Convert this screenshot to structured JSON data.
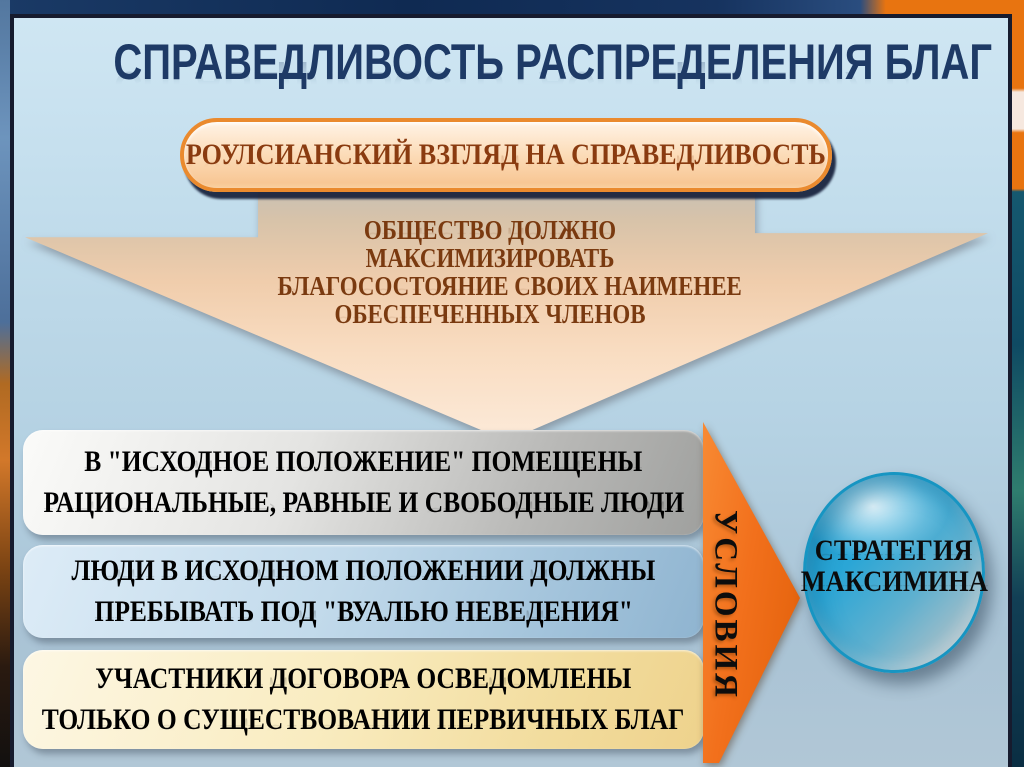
{
  "slide": {
    "title": "СПРАВЕДЛИВОСТЬ РАСПРЕДЕЛЕНИЯ БЛАГ",
    "header_pill": {
      "label": "РОУЛСИАНСКИЙ ВЗГЛЯД НА СПРАВЕДЛИВОСТЬ"
    },
    "principle_arrow": {
      "lines": [
        "ОБЩЕСТВО ДОЛЖНО",
        "МАКСИМИЗИРОВАТЬ",
        "БЛАГОСОСТОЯНИЕ СВОИХ НАИМЕНЕЕ",
        "ОБЕСПЕЧЕННЫХ ЧЛЕНОВ"
      ]
    },
    "condition_cards": [
      {
        "lines": [
          "В \"ИСХОДНОЕ ПОЛОЖЕНИЕ\" ПОМЕЩЕНЫ",
          "РАЦИОНАЛЬНЫЕ, РАВНЫЕ И СВОБОДНЫЕ ЛЮДИ"
        ]
      },
      {
        "lines": [
          "ЛЮДИ В ИСХОДНОМ ПОЛОЖЕНИИ ДОЛЖНЫ",
          "ПРЕБЫВАТЬ ПОД \"ВУАЛЬЮ НЕВЕДЕНИЯ\""
        ]
      },
      {
        "lines": [
          "УЧАСТНИКИ ДОГОВОРА ОСВЕДОМЛЕНЫ",
          "ТОЛЬКО О СУЩЕСТВОВАНИИ ПЕРВИЧНЫХ БЛАГ"
        ]
      }
    ],
    "conditions_arrow": {
      "label": "УСЛОВИЯ"
    },
    "result_sphere": {
      "lines": [
        "СТРАТЕГИЯ",
        "МАКСИМИНА"
      ]
    },
    "palette": {
      "title_navy": "#1e3a66",
      "frame_navy": "#161b2e",
      "slide_blue": "#b5d2e3",
      "pill_border_orange": "#ea8a2e",
      "pill_fill_peach": "#fcdebc",
      "pill_text_brown": "#8a3b10",
      "big_arrow_peach": "#f0cdac",
      "arrow_text_brown": "#7a3a10",
      "card_gray": "#c9c9c7",
      "card_blue": "#b0cde2",
      "card_cream": "#f6e5b2",
      "conditions_orange": "#f2701c",
      "sphere_blue": "#2aa6d6",
      "sphere_ring": "#1795c2"
    }
  }
}
